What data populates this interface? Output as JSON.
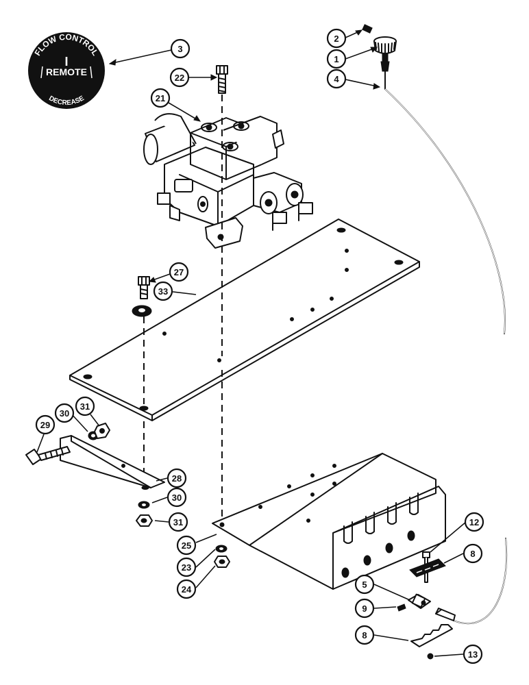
{
  "emblem": {
    "top_text": "FLOW CONTROL",
    "center_mark": "I",
    "center_text": "REMOTE",
    "bottom_text": "DECREASE"
  },
  "callouts": [
    {
      "id": "c3",
      "label": "3"
    },
    {
      "id": "c2",
      "label": "2"
    },
    {
      "id": "c1",
      "label": "1"
    },
    {
      "id": "c4",
      "label": "4"
    },
    {
      "id": "c22",
      "label": "22"
    },
    {
      "id": "c21",
      "label": "21"
    },
    {
      "id": "c27",
      "label": "27"
    },
    {
      "id": "c33",
      "label": "33"
    },
    {
      "id": "c31a",
      "label": "31"
    },
    {
      "id": "c30a",
      "label": "30"
    },
    {
      "id": "c29",
      "label": "29"
    },
    {
      "id": "c28",
      "label": "28"
    },
    {
      "id": "c30b",
      "label": "30"
    },
    {
      "id": "c31b",
      "label": "31"
    },
    {
      "id": "c25",
      "label": "25"
    },
    {
      "id": "c23",
      "label": "23"
    },
    {
      "id": "c24",
      "label": "24"
    },
    {
      "id": "c12",
      "label": "12"
    },
    {
      "id": "c8a",
      "label": "8"
    },
    {
      "id": "c5",
      "label": "5"
    },
    {
      "id": "c9",
      "label": "9"
    },
    {
      "id": "c8b",
      "label": "8"
    },
    {
      "id": "c13",
      "label": "13"
    }
  ]
}
